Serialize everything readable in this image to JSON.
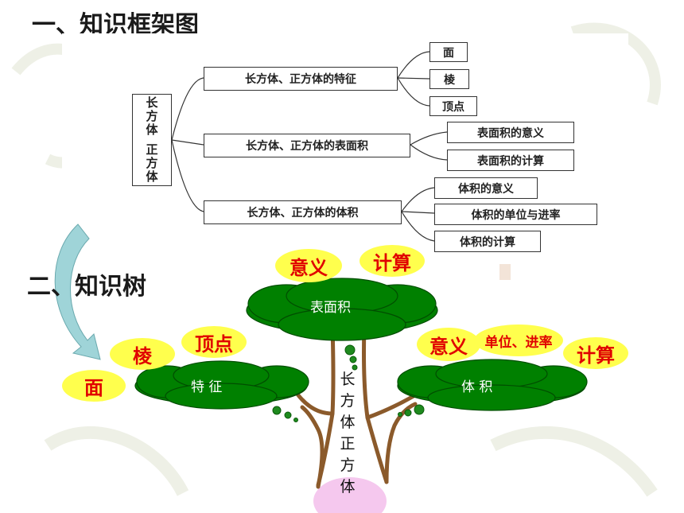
{
  "title1": "一、知识框架图",
  "title2": "二、知识树",
  "framework": {
    "root_lines": [
      "长",
      "方",
      "体",
      "",
      "正",
      "方",
      "体"
    ],
    "branches": [
      {
        "label": "长方体、正方体的特征",
        "children": [
          "面",
          "棱",
          "顶点"
        ]
      },
      {
        "label": "长方体、正方体的表面积",
        "children": [
          "表面积的意义",
          "表面积的计算"
        ]
      },
      {
        "label": "长方体、正方体的体积",
        "children": [
          "体积的意义",
          "体积的单位与进率",
          "体积的计算"
        ]
      }
    ]
  },
  "tree": {
    "trunk_chars": [
      "长",
      "方",
      "体",
      "正",
      "方",
      "体"
    ],
    "clouds": {
      "top": "表面积",
      "left": "特 征",
      "right": "体 积"
    },
    "leaves": {
      "top": [
        "意义",
        "计算"
      ],
      "left": [
        "面",
        "棱",
        "顶点"
      ],
      "right": [
        "意义",
        "单位、进率",
        "计算"
      ]
    }
  },
  "colors": {
    "cloud_green": "#008000",
    "trunk_brown": "#8b5a2b",
    "leaf_yellow": "#ffff4d",
    "leaf_text_red": "#e00000",
    "arrow_fill": "#9fd4d8"
  }
}
